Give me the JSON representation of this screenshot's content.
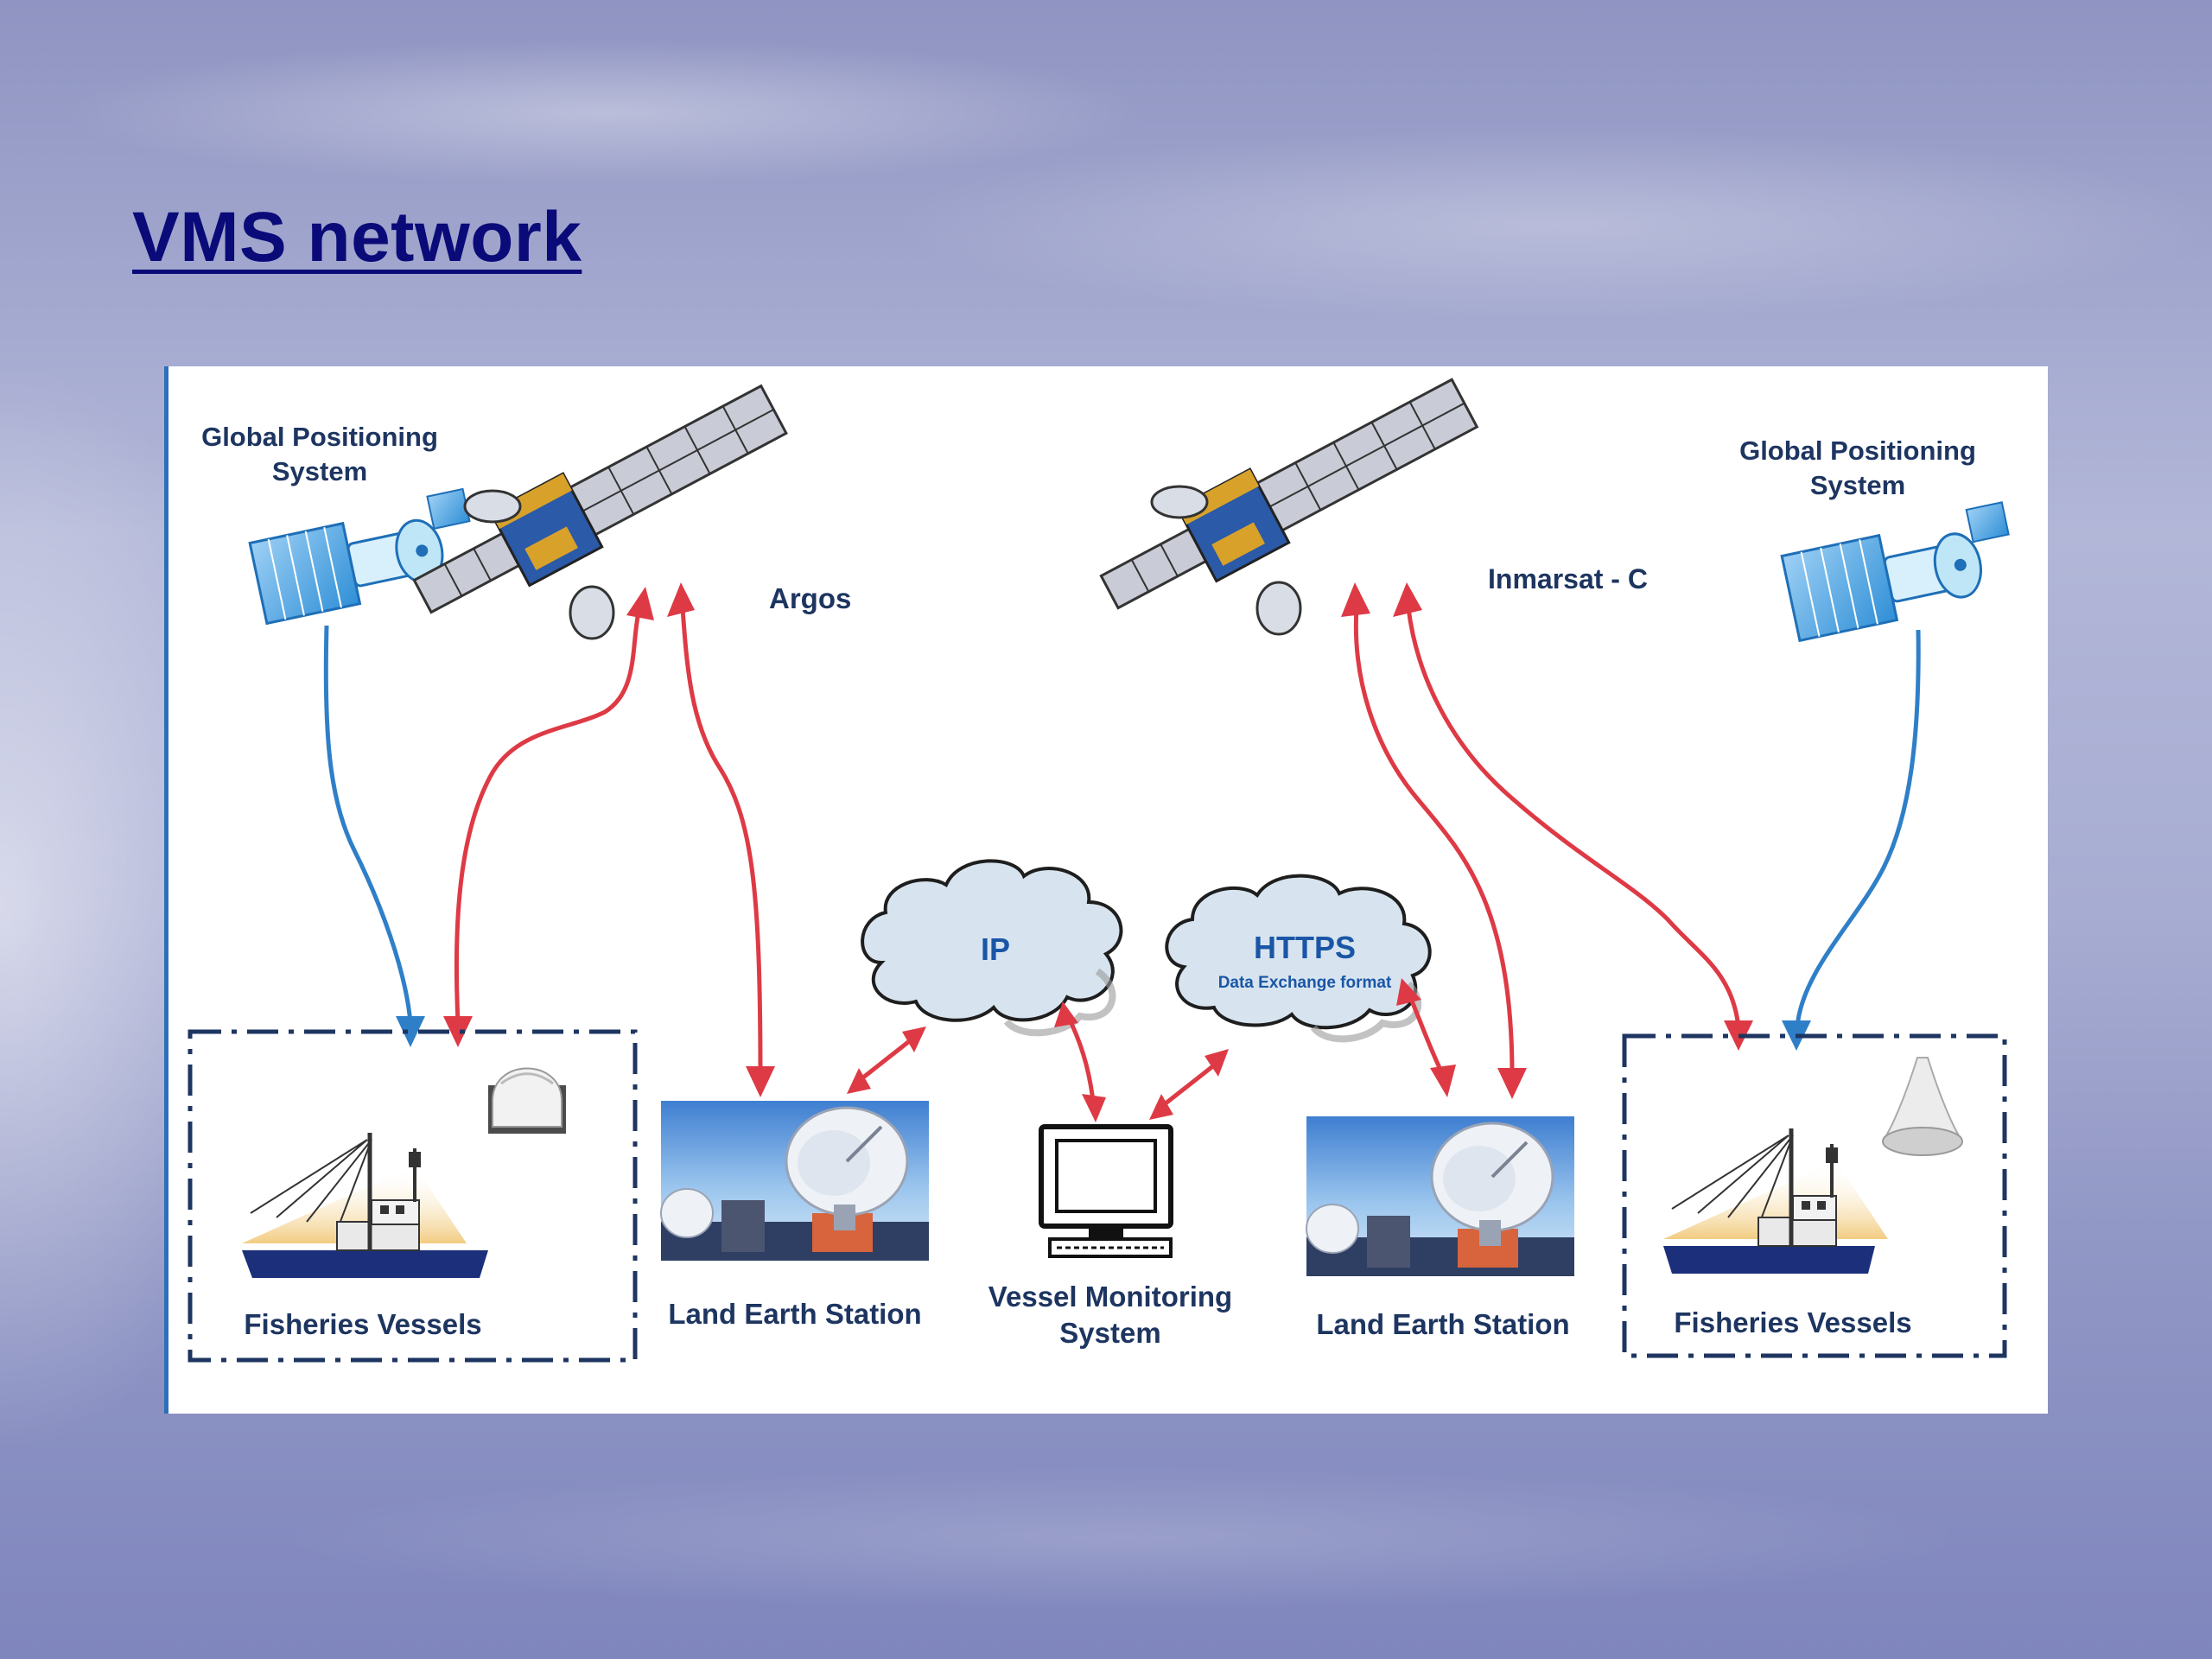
{
  "slide": {
    "title": "VMS network"
  },
  "diagram": {
    "gps_left": {
      "line1": "Global Positioning",
      "line2": "System"
    },
    "gps_right": {
      "line1": "Global Positioning",
      "line2": "System"
    },
    "satellite_left": {
      "label": "Argos"
    },
    "satellite_right": {
      "label": "Inmarsat - C"
    },
    "cloud_ip": {
      "label": "IP"
    },
    "cloud_https": {
      "label": "HTTPS",
      "sublabel": "Data Exchange format"
    },
    "vessels_left": {
      "label": "Fisheries Vessels"
    },
    "vessels_right": {
      "label": "Fisheries Vessels"
    },
    "les_left": {
      "label": "Land Earth Station"
    },
    "les_right": {
      "label": "Land Earth Station"
    },
    "vms": {
      "line1": "Vessel Monitoring",
      "line2": "System"
    },
    "colors": {
      "gps_link": "#2f7fc8",
      "comm_link": "#de3a45",
      "label_text": "#1d3560",
      "cloud_text": "#1a56a6"
    }
  }
}
